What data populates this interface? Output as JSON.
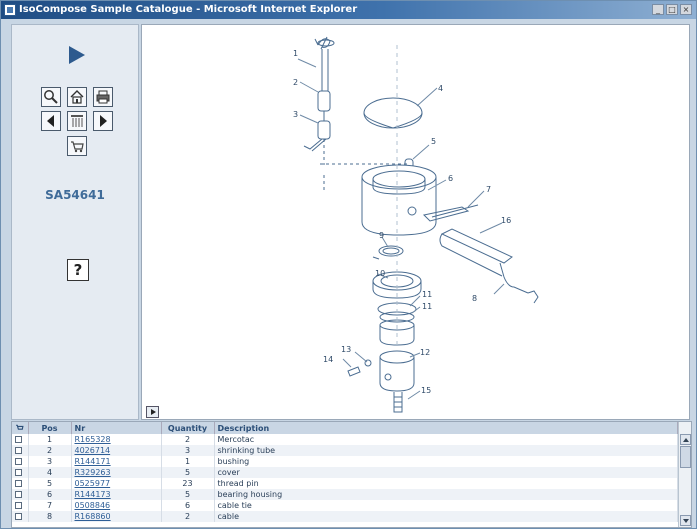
{
  "window": {
    "title": "IsoCompose Sample Catalogue - Microsoft Internet Explorer"
  },
  "sidebar": {
    "part_number": "SA54641",
    "help_label": "?"
  },
  "callouts": [
    "1",
    "2",
    "3",
    "4",
    "5",
    "6",
    "7",
    "16",
    "9",
    "10",
    "11",
    "11",
    "12",
    "13",
    "14",
    "15",
    "8"
  ],
  "table": {
    "headers": {
      "pos": "Pos",
      "nr": "Nr",
      "quantity": "Quantity",
      "description": "Description"
    },
    "rows": [
      {
        "pos": "1",
        "nr": "R165328",
        "qty": "2",
        "desc": "Mercotac"
      },
      {
        "pos": "2",
        "nr": "4026714",
        "qty": "3",
        "desc": "shrinking tube"
      },
      {
        "pos": "3",
        "nr": "R144171",
        "qty": "1",
        "desc": "bushing"
      },
      {
        "pos": "4",
        "nr": "R329263",
        "qty": "5",
        "desc": "cover"
      },
      {
        "pos": "5",
        "nr": "0525977",
        "qty": "23",
        "desc": "thread pin"
      },
      {
        "pos": "6",
        "nr": "R144173",
        "qty": "5",
        "desc": "bearing housing"
      },
      {
        "pos": "7",
        "nr": "0508846",
        "qty": "6",
        "desc": "cable tie"
      },
      {
        "pos": "8",
        "nr": "R168860",
        "qty": "2",
        "desc": "cable"
      }
    ]
  }
}
